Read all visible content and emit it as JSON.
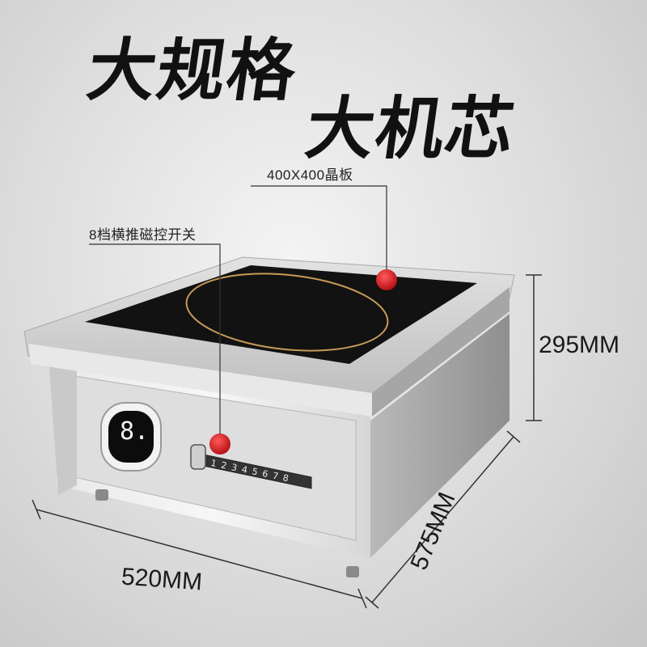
{
  "headline": {
    "line1": "大规格",
    "line2": "大机芯"
  },
  "callouts": {
    "crystal_plate": "400X400晶板",
    "switch": "8档横推磁控开关"
  },
  "dimensions": {
    "height": "295MM",
    "width": "520MM",
    "depth": "575MM"
  },
  "display": {
    "digit": "8."
  },
  "switch_scale": [
    "1",
    "2",
    "3",
    "4",
    "5",
    "6",
    "7",
    "8"
  ],
  "colors": {
    "accent_red": "#d4131b",
    "glass": "#111111",
    "steel": "#cfcfcf"
  }
}
